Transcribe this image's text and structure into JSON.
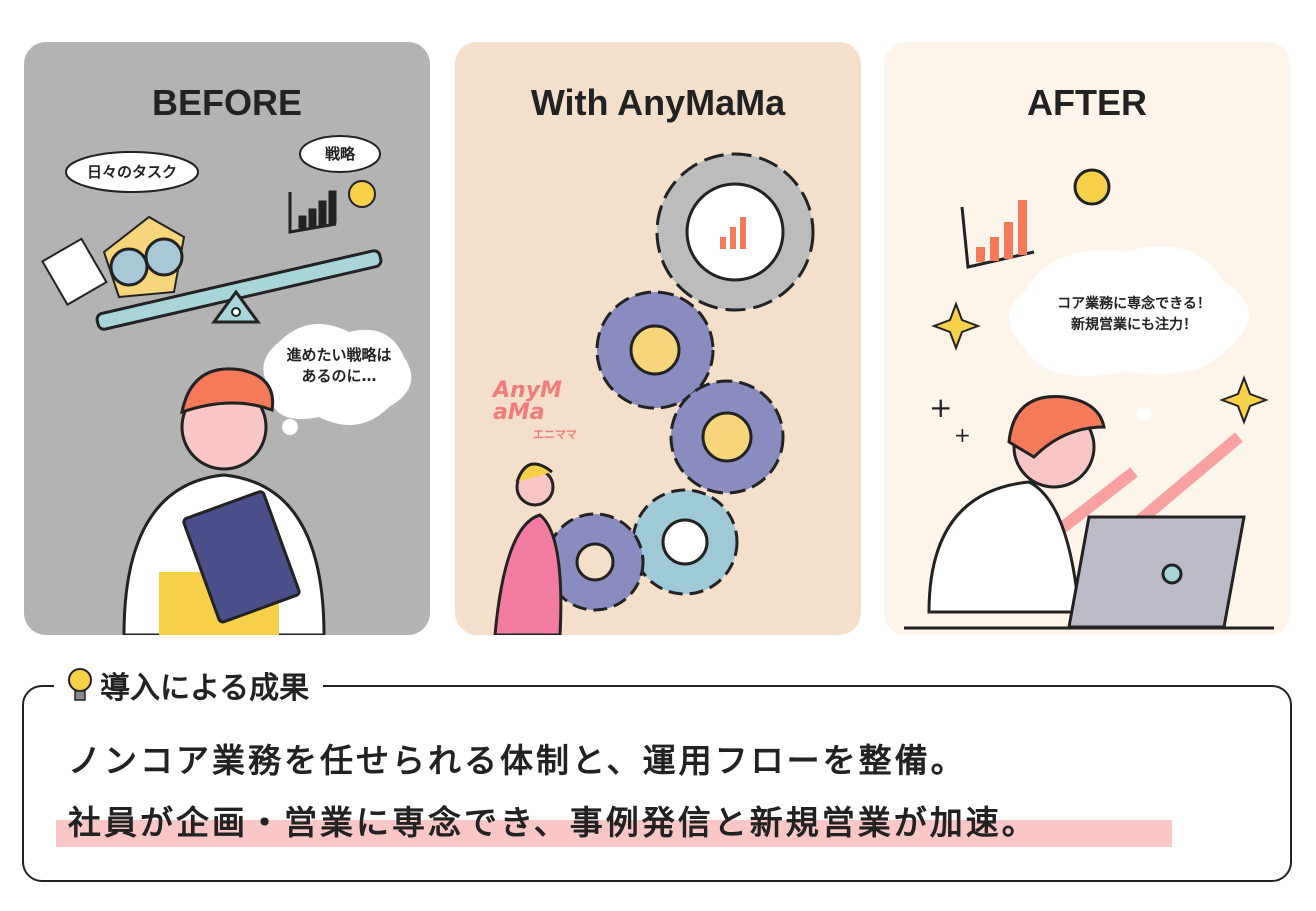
{
  "panels": [
    {
      "title": "BEFORE",
      "bubbles": {
        "tasks": "日々のタスク",
        "strategy": "戦略",
        "thought_line1": "進めたい戦略は",
        "thought_line2": "あるのに…"
      }
    },
    {
      "title": "With AnyMaMa",
      "logo": {
        "line1": "AnyMaMa",
        "line2": "エニママ"
      }
    },
    {
      "title": "AFTER",
      "bubbles": {
        "thought_line1": "コア業務に専念できる！",
        "thought_line2": "新規営業にも注力！"
      }
    }
  ],
  "result": {
    "label": "導入による成果",
    "line1": "ノンコア業務を任せられる体制と、運用フローを整備。",
    "line2": "社員が企画・営業に専念でき、事例発信と新規営業が加速。"
  },
  "colors": {
    "before_bg": "#b3b3b3",
    "with_bg": "#f4dfca",
    "after_bg": "#fdf4ea",
    "highlight": "#fbc6c6",
    "accent": "#f47a5a"
  }
}
